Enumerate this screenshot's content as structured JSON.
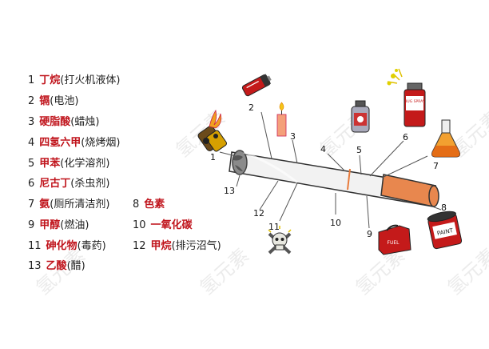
{
  "legend": [
    {
      "num": "1",
      "chem": "丁烷",
      "use": "(打火机液体)"
    },
    {
      "num": "2",
      "chem": "镉",
      "use": "(电池)"
    },
    {
      "num": "3",
      "chem": "硬脂酸",
      "use": "(蜡烛)"
    },
    {
      "num": "4",
      "chem": "四氢六甲",
      "use": "(烧烤烟)"
    },
    {
      "num": "5",
      "chem": "甲苯",
      "use": "(化学溶剂)"
    },
    {
      "num": "6",
      "chem": "尼古丁",
      "use": "(杀虫剂)"
    },
    {
      "num": "7",
      "chem": "氨",
      "use": "(厕所清洁剂)"
    },
    {
      "num": "8",
      "chem": "色素",
      "use": ""
    },
    {
      "num": "9",
      "chem": "甲醇",
      "use": "(燃油)"
    },
    {
      "num": "10",
      "chem": "一氧化碳",
      "use": ""
    },
    {
      "num": "11",
      "chem": "砷化物",
      "use": "(毒药)"
    },
    {
      "num": "12",
      "chem": "甲烷",
      "use": "(排污沼气)"
    },
    {
      "num": "13",
      "chem": "乙酸",
      "use": "(醋)"
    }
  ],
  "callouts": [
    "1",
    "2",
    "3",
    "4",
    "5",
    "6",
    "7",
    "8",
    "9",
    "10",
    "11",
    "12",
    "13"
  ],
  "watermark": "氢元素",
  "icon_text": {
    "spray_can": "BUG SPRAY",
    "gas_can": "FUEL",
    "paint_can": "PAINT"
  },
  "colors": {
    "chem_red": "#c0141c",
    "filter_orange": "#e8874e",
    "band_orange": "#e87a3a"
  }
}
